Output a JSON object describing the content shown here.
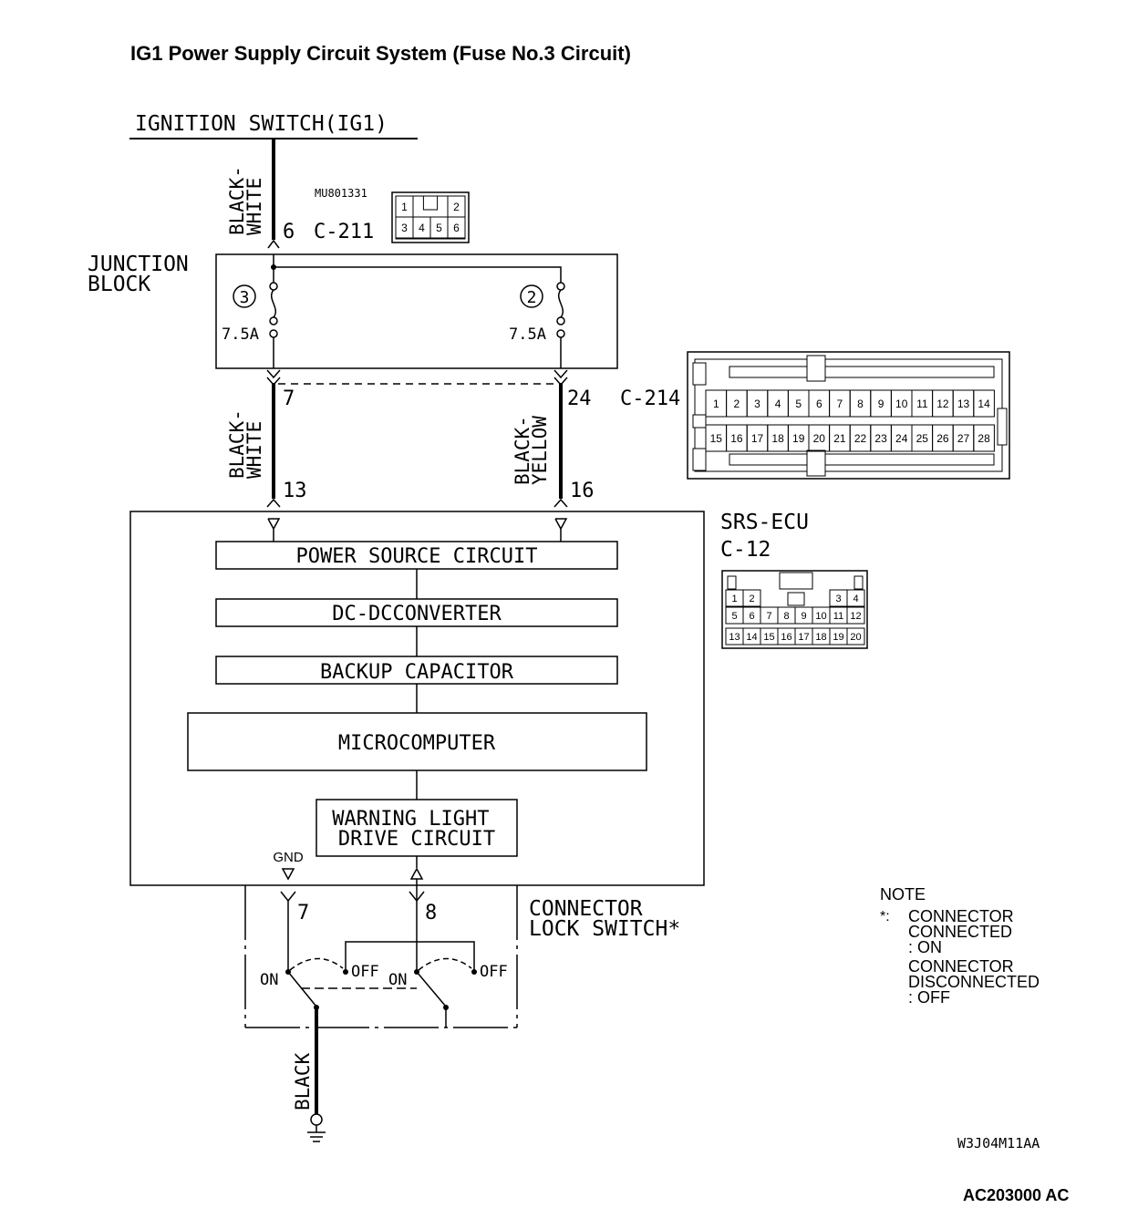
{
  "title": "IG1 Power Supply Circuit System (Fuse No.3 Circuit)",
  "ignition_switch": "IGNITION SWITCH(IG1)",
  "wires": {
    "top": "BLACK-\nWHITE",
    "left": "BLACK-\nWHITE",
    "right": "BLACK-\nYELLOW",
    "ground": "BLACK"
  },
  "pins": {
    "c211_pin": "6",
    "jb_left_out": "7",
    "jb_right_out": "24",
    "ecu_left_in": "13",
    "ecu_right_in": "16",
    "gnd_pin": "7",
    "switch_pin": "8"
  },
  "connectors": {
    "part_no": "MU801331",
    "c211": "C-211",
    "c211_pins": [
      "1",
      "2",
      "3",
      "4",
      "5",
      "6"
    ],
    "c214": "C-214",
    "c214_pins": [
      "1",
      "2",
      "3",
      "4",
      "5",
      "6",
      "7",
      "8",
      "9",
      "10",
      "11",
      "12",
      "13",
      "14",
      "15",
      "16",
      "17",
      "18",
      "19",
      "20",
      "21",
      "22",
      "23",
      "24",
      "25",
      "26",
      "27",
      "28"
    ],
    "c12": "C-12",
    "c12_pins": [
      "1",
      "2",
      "3",
      "4",
      "5",
      "6",
      "7",
      "8",
      "9",
      "10",
      "11",
      "12",
      "13",
      "14",
      "15",
      "16",
      "17",
      "18",
      "19",
      "20"
    ]
  },
  "junction_block": {
    "label": "JUNCTION\nBLOCK",
    "fuse_left_no": "3",
    "fuse_right_no": "2",
    "fuse_left_rating": "7.5A",
    "fuse_right_rating": "7.5A"
  },
  "ecu": {
    "name": "SRS-ECU",
    "blocks": {
      "power": "POWER SOURCE CIRCUIT",
      "dcdc": "DC-DCCONVERTER",
      "backup": "BACKUP CAPACITOR",
      "micro": "MICROCOMPUTER",
      "warning": "WARNING LIGHT\nDRIVE CIRCUIT"
    },
    "gnd_label": "GND"
  },
  "lock_switch": {
    "label": "CONNECTOR\nLOCK SWITCH*",
    "on": "ON",
    "off": "OFF"
  },
  "note": {
    "heading": "NOTE",
    "star": "*:",
    "lines": [
      "CONNECTOR",
      "CONNECTED",
      ": ON",
      "CONNECTOR",
      "DISCONNECTED",
      ": OFF"
    ]
  },
  "codes": {
    "drawing": "W3J04M11AA",
    "ref": "AC203000 AC"
  }
}
